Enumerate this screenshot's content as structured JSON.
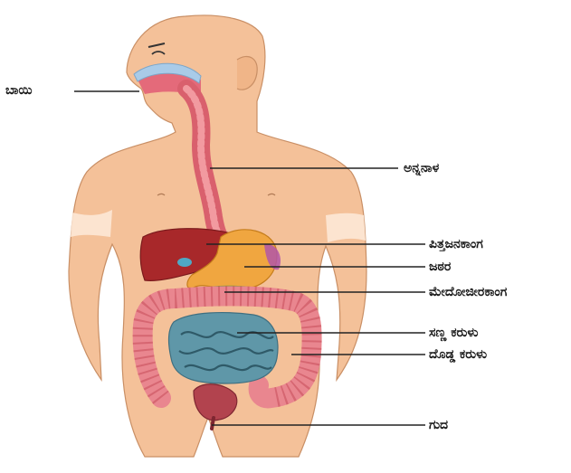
{
  "labels": {
    "mouth": "ಬಾಯಿ",
    "oesophagus": "ಅನ್ನನಾಳ",
    "liver": "ಪಿತ್ತಜನಕಾಂಗ",
    "stomach": "ಜಠರ",
    "pancreas": "ಮೇದೋಜೀರಕಾಂಗ",
    "small_intestine": "ಸಣ್ಣ ಕರುಳು",
    "large_intestine": "ದೊಡ್ಡ ಕರುಳು",
    "anus": "ಗುದ"
  },
  "colors": {
    "skin": "#f4c199",
    "skin_shadow": "#e0a67a",
    "tract": "#e0717a",
    "liver": "#a8282a",
    "stomach": "#f0a640",
    "pancreas": "#9ccc55",
    "small_intestine": "#5f97a8",
    "large_intestine": "#e9868f",
    "palate": "#a9cbe8",
    "line": "#222222"
  }
}
